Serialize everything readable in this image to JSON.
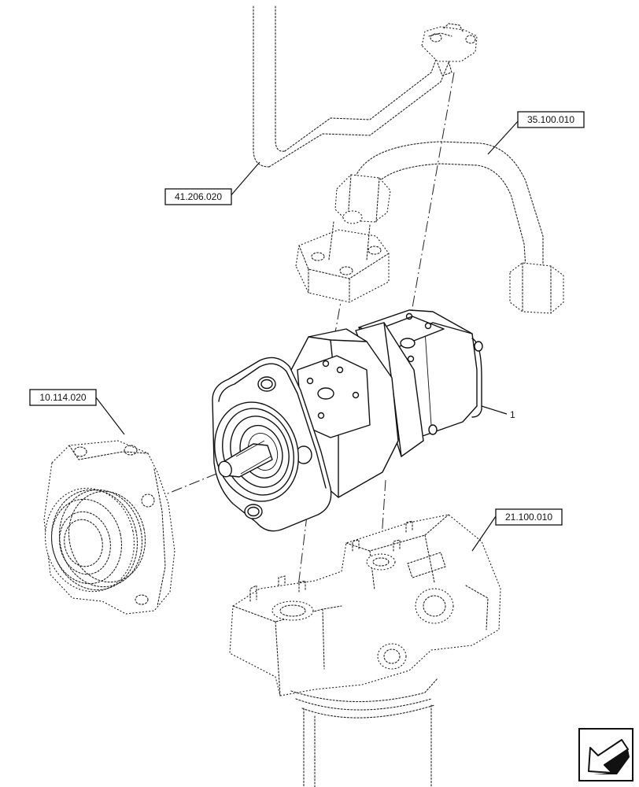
{
  "callouts": {
    "pipe_upper_left": "41.206.020",
    "pipe_right": "35.100.010",
    "drive_coupling": "10.114.020",
    "mount_housing": "21.100.010"
  },
  "item_labels": {
    "pump": "1"
  },
  "nav": {
    "icon": "arrow-left-down-icon"
  }
}
